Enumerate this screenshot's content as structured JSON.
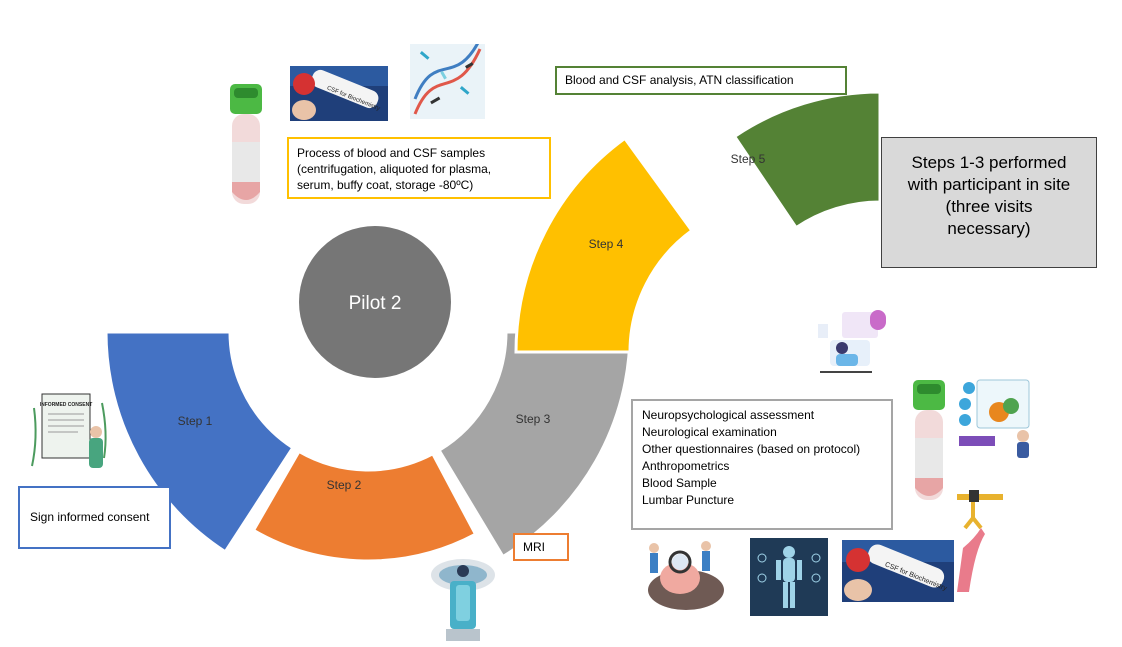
{
  "center": {
    "label": "Pilot 2"
  },
  "steps": [
    {
      "label": "Step 1",
      "color": "#4472C4"
    },
    {
      "label": "Step 2",
      "color": "#ED7D31"
    },
    {
      "label": "Step 3",
      "color": "#A5A5A5"
    },
    {
      "label": "Step 4",
      "color": "#FFC000"
    },
    {
      "label": "Step 5",
      "color": "#548235"
    }
  ],
  "boxes": {
    "consent": {
      "text": "Sign informed consent",
      "border": "#4472C4"
    },
    "mri": {
      "text": "MRI",
      "border": "#ED7D31"
    },
    "process": {
      "lines": [
        "Process of blood and CSF samples",
        "(centrifugation, aliquoted for plasma,",
        "serum, buffy coat, storage -80ºC)"
      ],
      "border": "#FFC000"
    },
    "analysis": {
      "text": "Blood and CSF analysis, ATN classification",
      "border": "#548235"
    },
    "assessment": {
      "lines": [
        "Neuropsychological assessment",
        "Neurological examination",
        "Other questionnaires (based on protocol)",
        "Anthropometrics",
        "Blood Sample",
        "Lumbar Puncture"
      ],
      "border": "#A5A5A5"
    },
    "note": {
      "lines": [
        "Steps 1-3 performed",
        "with participant in site",
        "(three visits",
        "necessary)"
      ],
      "fill": "#D9D9D9"
    }
  },
  "illustrations": {
    "informed_consent_doc": {
      "text": "INFORMED CONSENT"
    },
    "csf_tube_label": {
      "text": "CSF for Biochemistry"
    }
  }
}
